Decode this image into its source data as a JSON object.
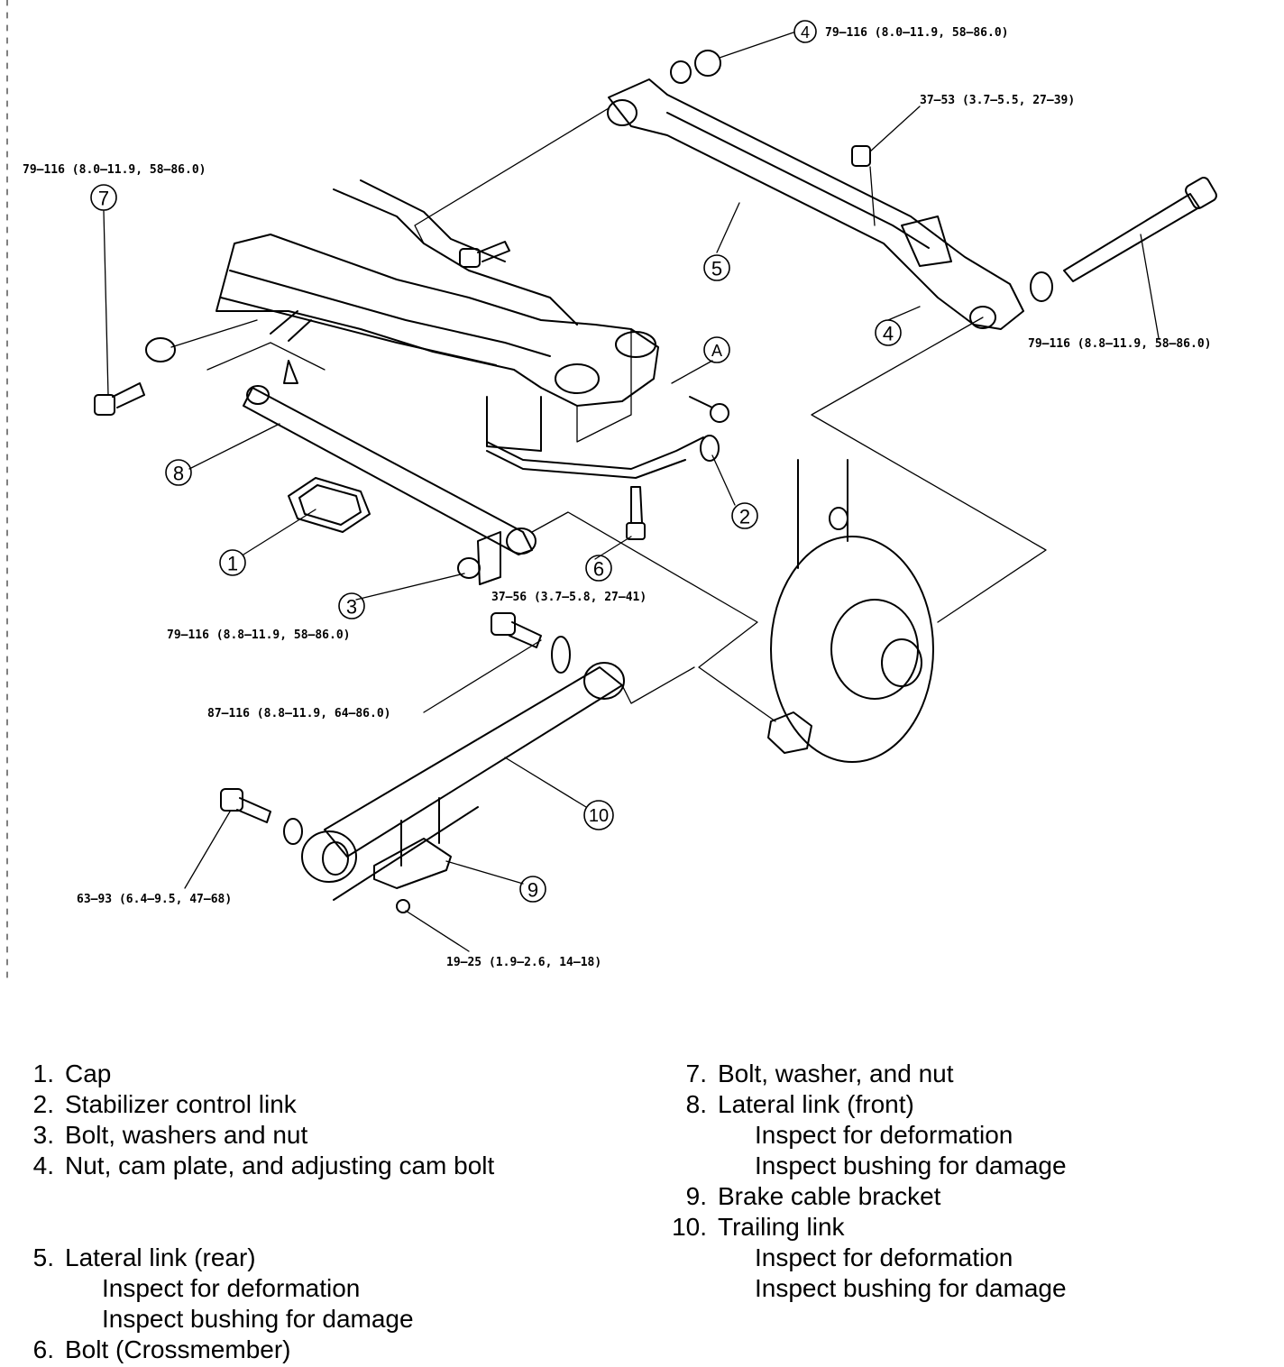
{
  "torque_specs": {
    "t4_top": "79—116 (8.0—11.9, 58—86.0)",
    "t_nut_right": "37—53 (3.7—5.5, 27—39)",
    "t7": "79—116 (8.0—11.9, 58—86.0)",
    "t_bolt_right": "79—116 (8.8—11.9, 58—86.0)",
    "t_mid": "37—56 (3.7—5.8, 27—41)",
    "t3": "79—116 (8.8—11.9, 58—86.0)",
    "t_trailing_front": "87—116 (8.8—11.9, 64—86.0)",
    "t_trailing_rear": "63—93 (6.4—9.5, 47—68)",
    "t_bracket": "19—25 (1.9—2.6, 14—18)"
  },
  "callouts": {
    "c1": "1",
    "c2": "2",
    "c3": "3",
    "c4a": "4",
    "c4b": "4",
    "c5": "5",
    "c6": "6",
    "c7": "7",
    "c8": "8",
    "c9": "9",
    "c10": "10",
    "cA": "A"
  },
  "legend": {
    "left": [
      {
        "num": "1.",
        "label": "Cap"
      },
      {
        "num": "2.",
        "label": "Stabilizer control link"
      },
      {
        "num": "3.",
        "label": "Bolt, washers and nut"
      },
      {
        "num": "4.",
        "label": "Nut, cam plate, and adjusting cam bolt"
      },
      {
        "num": "5.",
        "label": "Lateral link (rear)",
        "sub": [
          "Inspect for deformation",
          "Inspect bushing for damage"
        ]
      },
      {
        "num": "6.",
        "label": "Bolt (Crossmember)"
      }
    ],
    "right": [
      {
        "num": "7.",
        "label": "Bolt, washer, and nut"
      },
      {
        "num": "8.",
        "label": "Lateral link (front)",
        "sub": [
          "Inspect for deformation",
          "Inspect bushing for damage"
        ]
      },
      {
        "num": "9.",
        "label": "Brake cable bracket"
      },
      {
        "num": "10.",
        "label": "Trailing link",
        "sub": [
          "Inspect for deformation",
          "Inspect bushing for damage"
        ]
      }
    ]
  }
}
